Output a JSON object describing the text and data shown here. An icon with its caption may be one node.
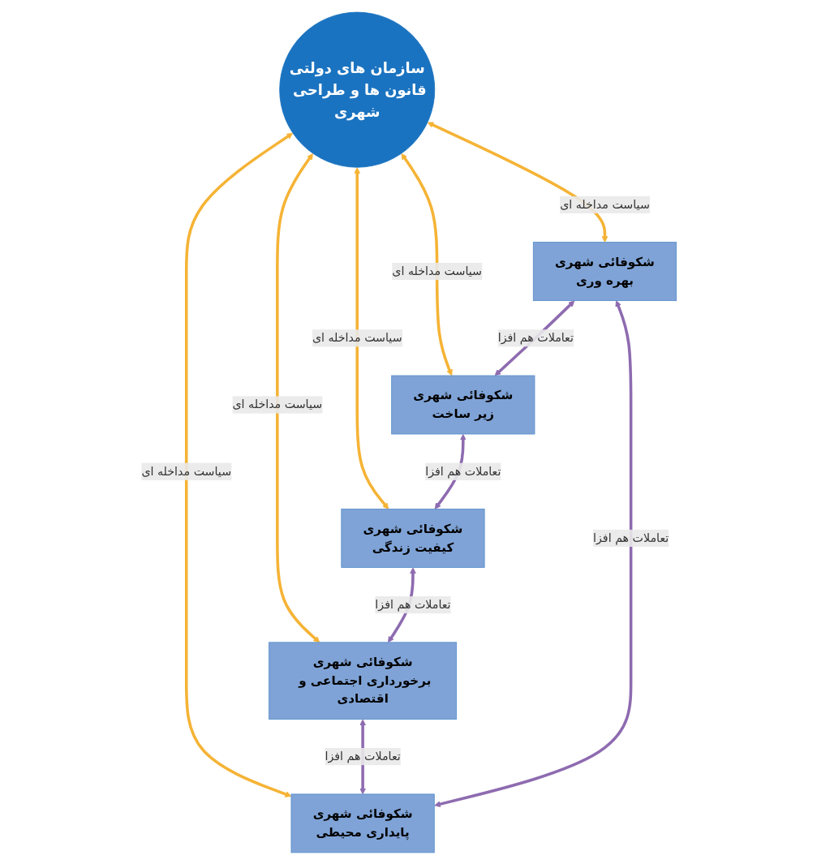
{
  "diagram": {
    "nodes": [
      {
        "text": [
          "سازمان های دولتی",
          "قانون ها و طراحی شهری"
        ]
      },
      {
        "text": [
          "شکوفائی شهری",
          "بهره وری"
        ]
      },
      {
        "text": [
          "شکوفائی شهری",
          "زیر ساخت"
        ]
      },
      {
        "text": [
          "شکوفائی شهری",
          "کیفیت زندگی"
        ]
      },
      {
        "text": [
          "شکوفائی شهری",
          "برخورداری اجتماعی و اقتصادی"
        ]
      },
      {
        "text": [
          "شکوفائی شهری",
          "پایداری محیطی"
        ]
      }
    ],
    "edges": [
      {
        "from": 0,
        "to": 1,
        "arrow": "both",
        "label": "سیاست مداخله ای",
        "color": "#f5b335"
      },
      {
        "from": 0,
        "to": 2,
        "arrow": "both",
        "label": "سیاست مداخله ای",
        "color": "#f5b335"
      },
      {
        "from": 0,
        "to": 3,
        "arrow": "both",
        "label": "سیاست مداخله ای",
        "color": "#f5b335"
      },
      {
        "from": 0,
        "to": 4,
        "arrow": "both",
        "label": "سیاست مداخله ای",
        "color": "#f5b335"
      },
      {
        "from": 0,
        "to": 5,
        "arrow": "both",
        "label": "سیاست مداخله ای",
        "color": "#f5b335"
      },
      {
        "from": 1,
        "to": 2,
        "arrow": "both",
        "label": "تعاملات هم افزا",
        "color": "#8e6bb0"
      },
      {
        "from": 2,
        "to": 3,
        "arrow": "both",
        "label": "تعاملات هم افزا",
        "color": "#8e6bb0"
      },
      {
        "from": 3,
        "to": 4,
        "arrow": "both",
        "label": "تعاملات هم افزا",
        "color": "#8e6bb0"
      },
      {
        "from": 4,
        "to": 5,
        "arrow": "both",
        "label": "تعاملات هم افزا",
        "color": "#8e6bb0"
      },
      {
        "from": 5,
        "to": 1,
        "arrow": "both",
        "label": "تعاملات هم افزا",
        "color": "#8e6bb0"
      }
    ]
  }
}
